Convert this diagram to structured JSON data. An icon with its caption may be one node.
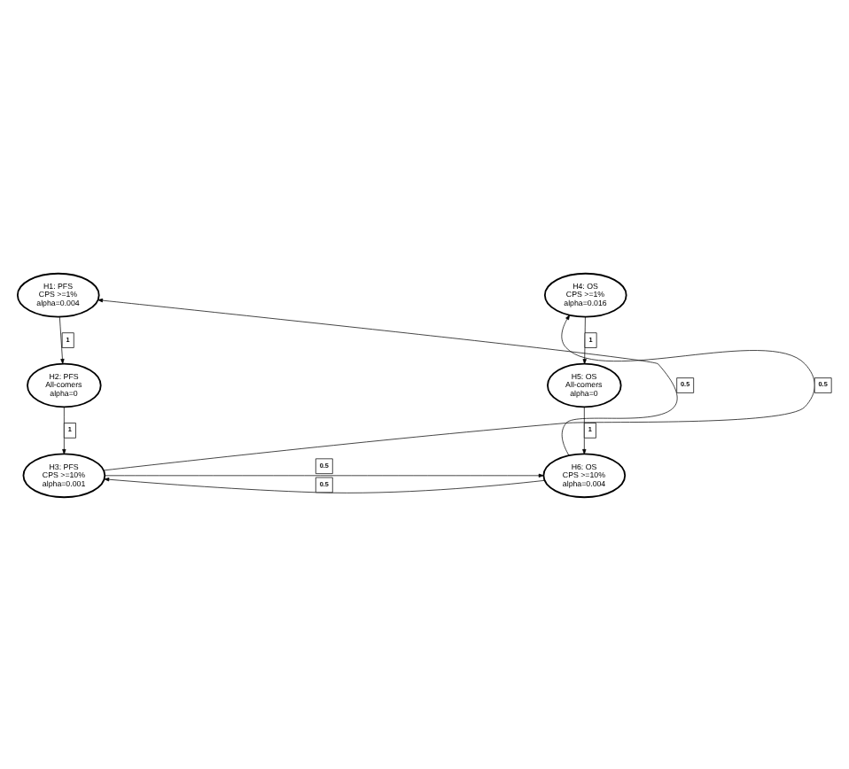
{
  "diagram": {
    "nodes": [
      {
        "text": [
          "H1: PFS CPS >=1% alpha=0.004"
        ]
      },
      {
        "text": [
          "H2: PFS All-comers alpha=0"
        ]
      },
      {
        "text": [
          "H3: PFS CPS >=10% alpha=0.001"
        ]
      },
      {
        "text": [
          "H4: OS CPS >=1% alpha=0.016"
        ]
      },
      {
        "text": [
          "H5: OS All-comers alpha=0"
        ]
      },
      {
        "text": [
          "H6: OS CPS >=10% alpha=0.004"
        ]
      }
    ],
    "edges": [
      {
        "from": 0,
        "to": 1,
        "arrow": "to",
        "label": "1"
      },
      {
        "from": 1,
        "to": 2,
        "arrow": "to",
        "label": "1"
      },
      {
        "from": 3,
        "to": 4,
        "arrow": "to",
        "label": "1"
      },
      {
        "from": 4,
        "to": 5,
        "arrow": "to",
        "label": "1"
      },
      {
        "from": 2,
        "to": 3,
        "arrow": "to",
        "label": "0.5"
      },
      {
        "from": 5,
        "to": 0,
        "arrow": "to",
        "label": "0.5"
      },
      {
        "from": 2,
        "to": 5,
        "arrow": "to",
        "label": "0.5"
      },
      {
        "from": 5,
        "to": 2,
        "arrow": "to",
        "label": "0.5"
      }
    ]
  }
}
